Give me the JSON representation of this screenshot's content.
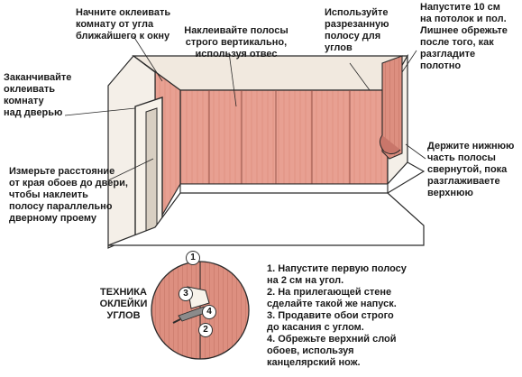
{
  "labels": {
    "start_corner": "Начните оклеивать\nкомнату от угла\nближайшего к окну",
    "vertical": "Наклеивайте полосы\nстрого вертикально,\nиспользуя отвес",
    "cut_strip": "Используйте\nразрезанную\nполосу для\nуглов",
    "overlap": "Напустите 10 см\nна потолок и пол.\nЛишнее обрежьте\nпосле того, как\nразгладите\nполотно",
    "finish_door": "Заканчивайте\nоклеивать\nкомнату\nнад дверью",
    "measure": "Измерьте расстояние\nот края обоев до двери,\nчтобы наклеить\nполосу параллельно\nдверному проему",
    "hold_bottom": "Держите нижнюю\nчасть полосы\nсвернутой, пока\nразглаживаете\nверхнюю"
  },
  "technique_title": "ТЕХНИКА\nОКЛЕЙКИ\nУГЛОВ",
  "steps": [
    "1. Напустите первую полосу\nна 2 см на угол.",
    "2. На прилегающей стене\nсделайте такой же напуск.",
    "3. Продавите обои строго\nдо касания с углом.",
    "4. Обрежьте верхний слой\nобоев, используя\nканцелярский нож."
  ],
  "markers": [
    "1",
    "2",
    "3",
    "4"
  ],
  "colors": {
    "wallpaper": "#e59a8c",
    "wallpaper_dark": "#c9766a",
    "ceiling": "#f3ece4",
    "floor": "#ffffff",
    "outline": "#2a2a2a",
    "text": "#1a1a1a"
  }
}
